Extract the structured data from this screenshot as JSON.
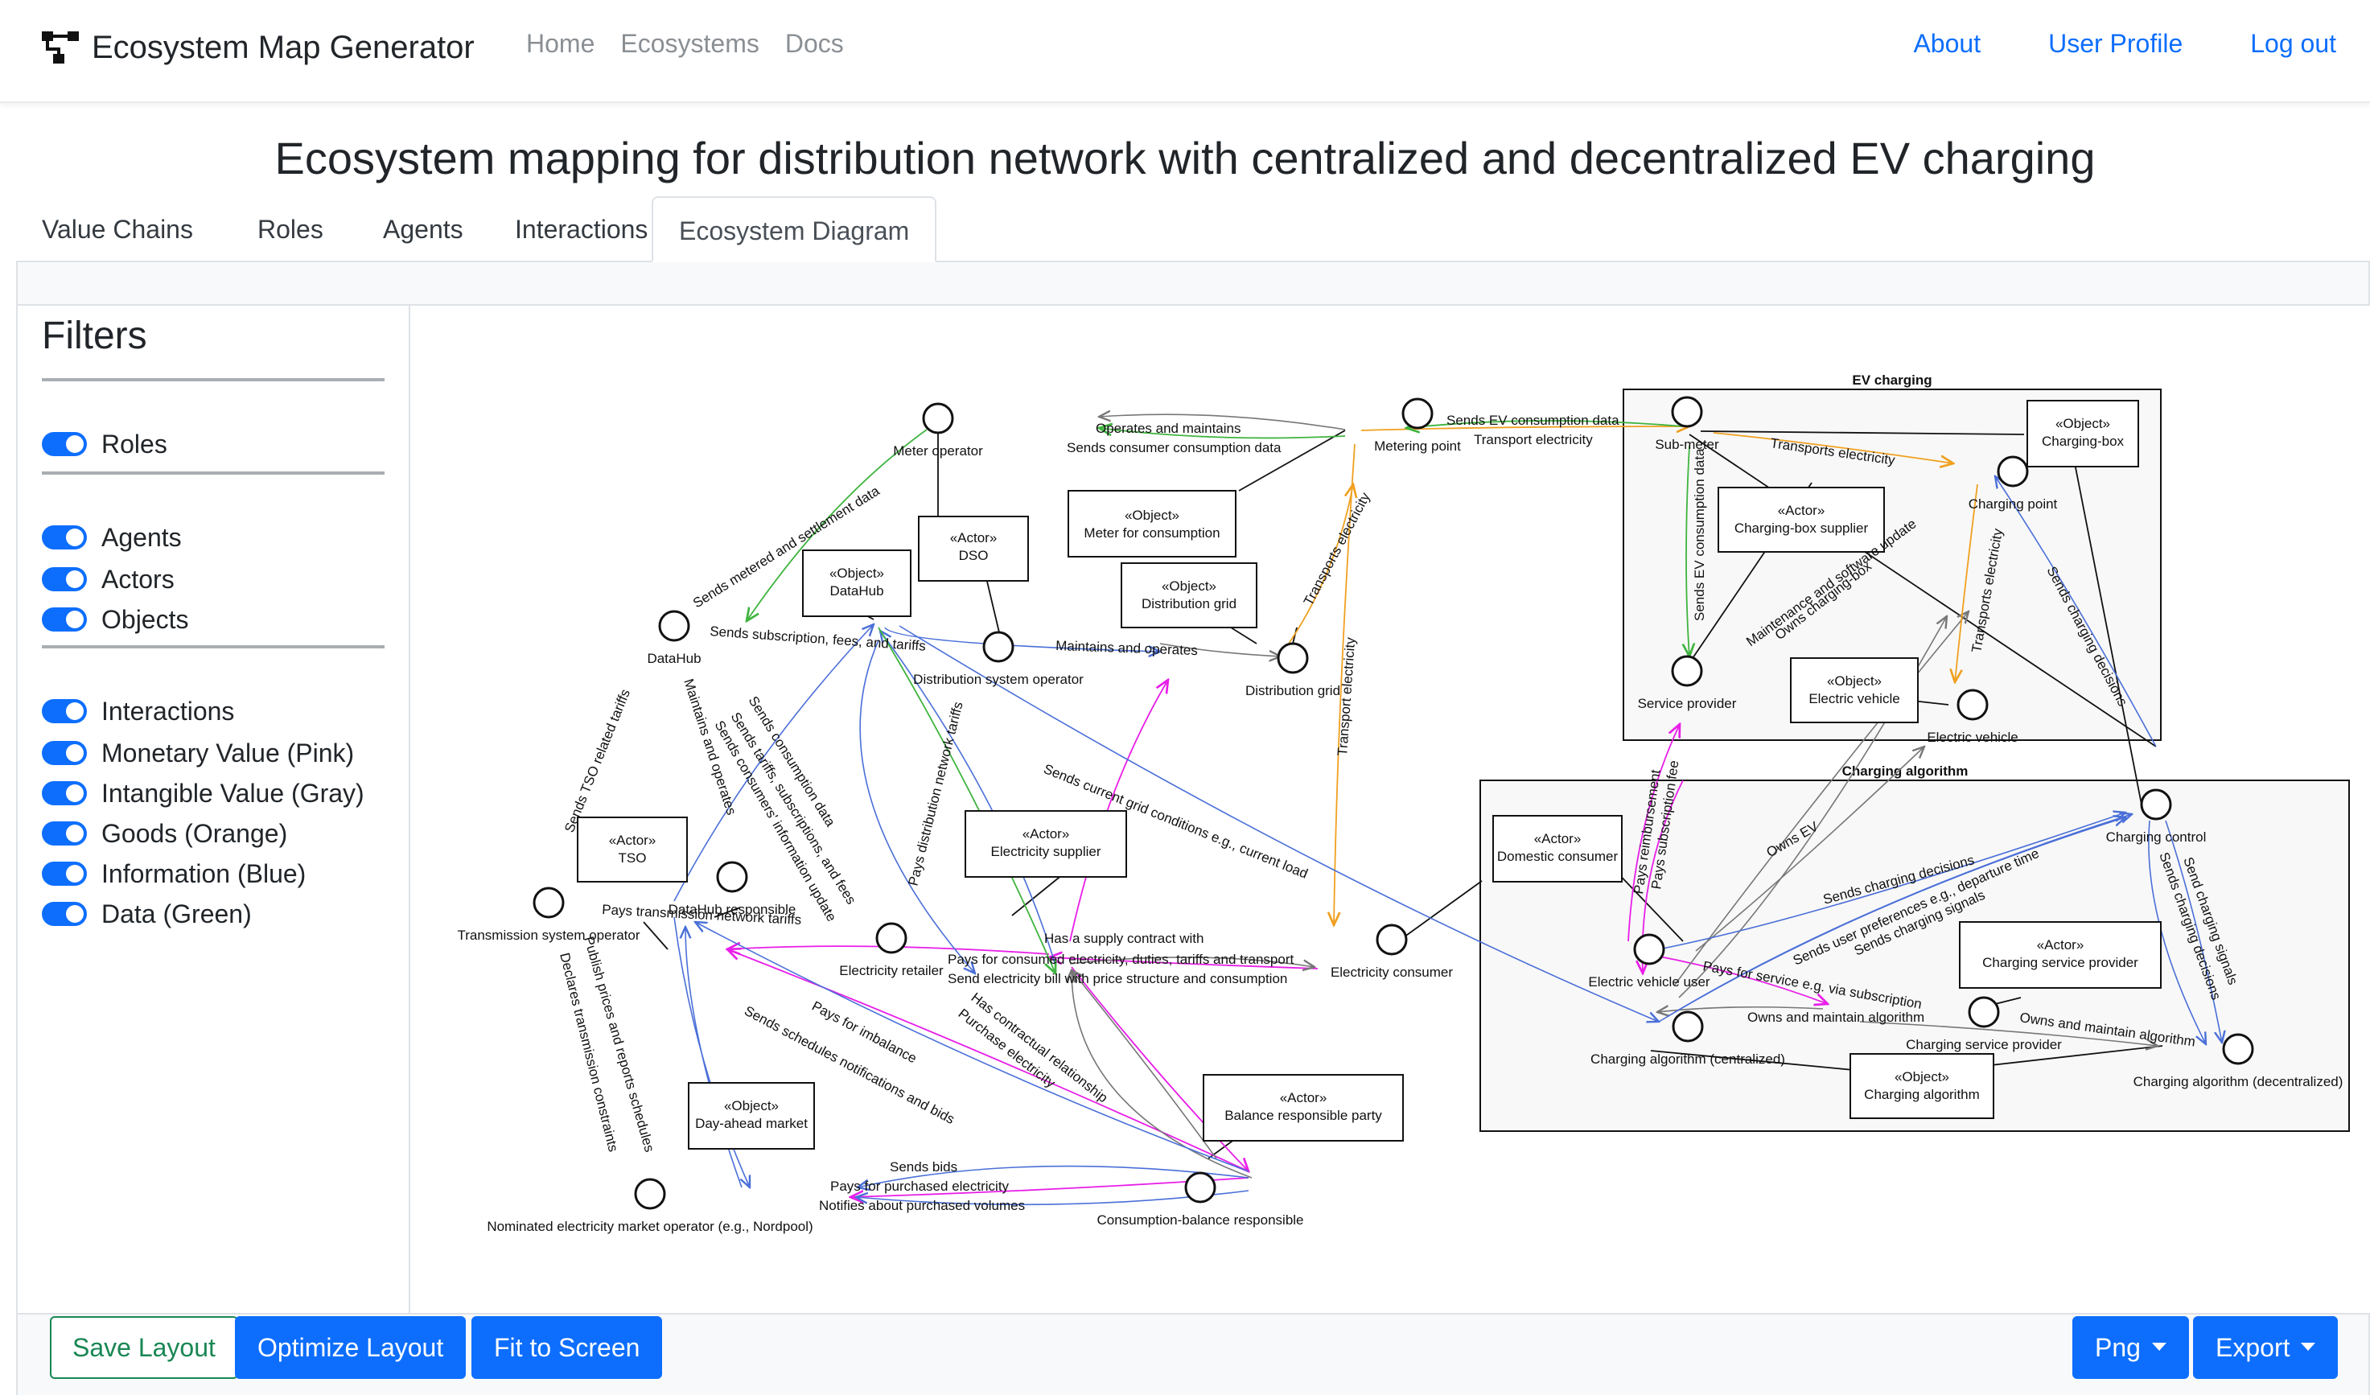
{
  "brand": {
    "name": "Ecosystem Map Generator",
    "logo_icon": "network-logo-icon"
  },
  "nav": {
    "left": [
      "Home",
      "Ecosystems",
      "Docs"
    ],
    "right": [
      "About",
      "User Profile",
      "Log out"
    ]
  },
  "title": "Ecosystem mapping for distribution network with centralized and decentralized EV charging",
  "tabs": [
    "Value Chains",
    "Roles",
    "Agents",
    "Interactions",
    "Ecosystem Diagram"
  ],
  "active_tab": "Ecosystem Diagram",
  "filters": {
    "title": "Filters",
    "items": [
      {
        "label": "Roles",
        "on": true
      },
      {
        "label": "Agents",
        "on": true
      },
      {
        "label": "Actors",
        "on": true
      },
      {
        "label": "Objects",
        "on": true
      },
      {
        "label": "Interactions",
        "on": true
      },
      {
        "label": "Monetary Value (Pink)",
        "on": true
      },
      {
        "label": "Intangible Value (Gray)",
        "on": true
      },
      {
        "label": "Goods (Orange)",
        "on": true
      },
      {
        "label": "Information (Blue)",
        "on": true
      },
      {
        "label": "Data (Green)",
        "on": true
      }
    ]
  },
  "colors": {
    "monetary": "#e81ee8",
    "intangible": "#777777",
    "goods": "#f0a020",
    "information": "#4a6fd8",
    "data": "#3fb43f",
    "primary": "#0d6efd",
    "success": "#198754"
  },
  "diagram": {
    "groups": {
      "ev_charging": "EV charging",
      "charging_algorithm": "Charging algorithm"
    },
    "roles": {
      "meter_operator": "Meter operator",
      "metering_point": "Metering point",
      "sub_meter": "Sub-meter",
      "charging_point": "Charging point",
      "datahub": "DataHub",
      "dso_role": "Distribution system operator",
      "distribution_grid": "Distribution grid",
      "service_provider": "Service provider",
      "electric_vehicle": "Electric vehicle",
      "charging_control": "Charging control",
      "datahub_responsible": "DataHub responsible",
      "tso_role": "Transmission system operator",
      "electricity_retailer": "Electricity retailer",
      "electricity_consumer": "Electricity consumer",
      "ev_user": "Electric vehicle user",
      "charging_service_provider": "Charging service provider",
      "alg_centralized": "Charging algorithm (centralized)",
      "alg_decentralized": "Charging algorithm (decentralized)",
      "nemo": "Nominated electricity market operator (e.g., Nordpool)",
      "cbr": "Consumption-balance responsible"
    },
    "agents": [
      {
        "stereo": "«Actor»",
        "name": "DSO"
      },
      {
        "stereo": "«Object»",
        "name": "Meter for consumption"
      },
      {
        "stereo": "«Object»",
        "name": "Distribution grid"
      },
      {
        "stereo": "«Object»",
        "name": "DataHub"
      },
      {
        "stereo": "«Object»",
        "name": "Charging-box"
      },
      {
        "stereo": "«Actor»",
        "name": "Charging-box supplier"
      },
      {
        "stereo": "«Object»",
        "name": "Electric vehicle"
      },
      {
        "stereo": "«Actor»",
        "name": "TSO"
      },
      {
        "stereo": "«Actor»",
        "name": "Electricity supplier"
      },
      {
        "stereo": "«Actor»",
        "name": "Domestic consumer"
      },
      {
        "stereo": "«Actor»",
        "name": "Charging service provider"
      },
      {
        "stereo": "«Object»",
        "name": "Charging algorithm"
      },
      {
        "stereo": "«Object»",
        "name": "Day-ahead market"
      },
      {
        "stereo": "«Actor»",
        "name": "Balance responsible party"
      }
    ],
    "interactions": [
      "Operates and maintains",
      "Sends consumer consumption data",
      "Sends EV consumption data",
      "Transport electricity",
      "Transports electricity",
      "Sends metered and settlement data",
      "Sends subscription, fees, and tariffs",
      "Maintains and operates",
      "Transports electricity",
      "Transport electricity",
      "Sends EV consumption data",
      "Maintenance and software update",
      "Owns charging-box",
      "Transports electricity",
      "Sends charging decisions",
      "Sends consumption data",
      "Sends tariffs, subscriptions, and fees",
      "Sends consumers' information update",
      "Maintains and operates",
      "Sends TSO related tariffs",
      "Pays distribution network tariffs",
      "Sends current grid conditions e.g., current load",
      "Pays reimbursement",
      "Pays subscription fee",
      "Owns EV",
      "Pays transmission network tariffs",
      "Has a supply contract with",
      "Pays for consumed electricity, duties, tariffs and transport",
      "Send electricity bill with price structure and consumption",
      "Sends charging decisions",
      "Sends user preferences e.g., departure time",
      "Sends charging signals",
      "Pays for service e.g. via subscription",
      "Owns and maintain algorithm",
      "Owns and maintain algorithm",
      "Send charging signals",
      "Sends charging decisions",
      "Publish prices and reports schedules",
      "Declares transmission constraints",
      "Pays for imbalance",
      "Sends schedules notifications and bids",
      "Has contractual relationship",
      "Purchase electricity",
      "Sends bids",
      "Pays for purchased electricity",
      "Notifies about purchased volumes"
    ]
  },
  "toolbar": {
    "save": "Save Layout",
    "optimize": "Optimize Layout",
    "fit": "Fit to Screen",
    "format": "Png",
    "export": "Export"
  }
}
